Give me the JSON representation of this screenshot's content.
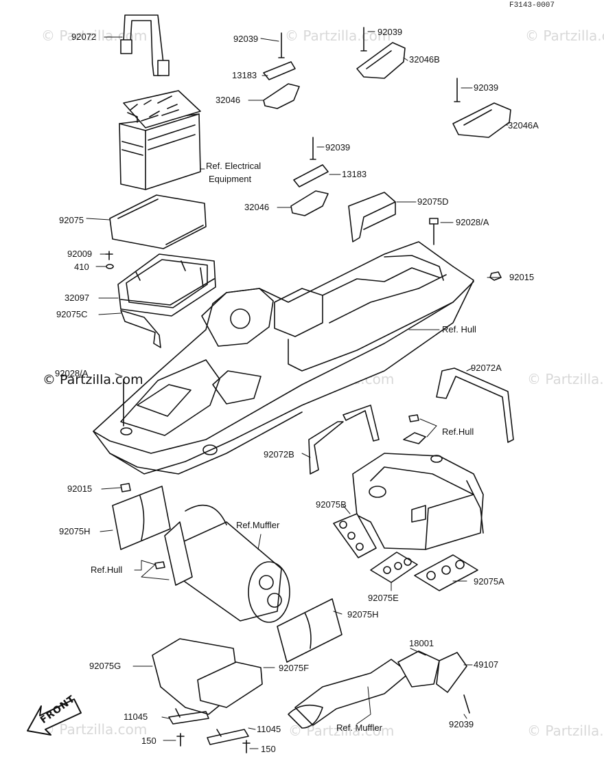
{
  "diagram_code": "F3143-0007",
  "watermark_text": "© Partzilla.com",
  "front_label": "FRONT",
  "labels": {
    "p92072": "92072",
    "p92039a": "92039",
    "p92039b": "92039",
    "p32046B": "32046B",
    "p13183a": "13183",
    "p32046a": "32046",
    "p92039c": "92039",
    "p32046A": "32046A",
    "refElectrical1": "Ref. Electrical",
    "refElectrical2": "Equipment",
    "p92039d": "92039",
    "p13183b": "13183",
    "p32046b": "32046",
    "p92075D": "92075D",
    "p92075": "92075",
    "p92028A_top": "92028/A",
    "p92009": "92009",
    "p410": "410",
    "p92015_top": "92015",
    "p32097": "32097",
    "p92075C": "92075C",
    "refHull": "Ref. Hull",
    "p92028A_left": "92028/A",
    "p92072A": "92072A",
    "refHull2": "Ref.Hull",
    "p92072B": "92072B",
    "p92015_bot": "92015",
    "p92075B": "92075B",
    "p92075H_a": "92075H",
    "refMuffler": "Ref.Muffler",
    "refHull3": "Ref.Hull",
    "p92075E": "92075E",
    "p92075A": "92075A",
    "p92075H_b": "92075H",
    "p18001": "18001",
    "p92075G": "92075G",
    "p92075F": "92075F",
    "p49107": "49107",
    "p11045a": "11045",
    "p11045b": "11045",
    "refMuffler2": "Ref. Muffler",
    "p92039e": "92039",
    "p150a": "150",
    "p150b": "150"
  }
}
